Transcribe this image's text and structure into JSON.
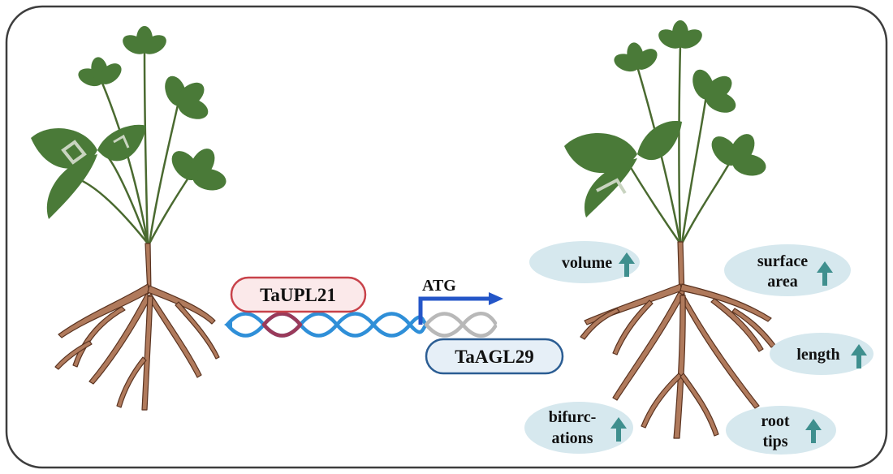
{
  "colors": {
    "frame": "#3d3d3d",
    "leaf": "#4a7a38",
    "leaf_highlight": "#c9d4c0",
    "stem": "#4a6a30",
    "root": "#b07a5c",
    "root_edge": "#5a3320",
    "dna_blue": "#2f8fd8",
    "dna_maroon": "#9a3a5a",
    "dna_gray": "#b8b8b8",
    "arrow_blue": "#2456c8",
    "upl_fill": "#fbe9ea",
    "upl_stroke": "#c8424a",
    "agl_fill": "#e6eff7",
    "agl_stroke": "#2b5d93",
    "trait_fill": "#d6e8ee",
    "up_arrow": "#3f8f8e"
  },
  "labels": {
    "upl21": "TaUPL21",
    "agl29": "TaAGL29",
    "atg": "ATG"
  },
  "traits": {
    "volume": "volume",
    "surface_1": "surface",
    "surface_2": "area",
    "length": "length",
    "bifurc_1": "bifurc-",
    "bifurc_2": "ations",
    "tips_1": "root",
    "tips_2": "tips"
  },
  "icons": {
    "up_arrow": "up-arrow-icon",
    "transcription_arrow": "transcription-start-arrow-icon"
  }
}
